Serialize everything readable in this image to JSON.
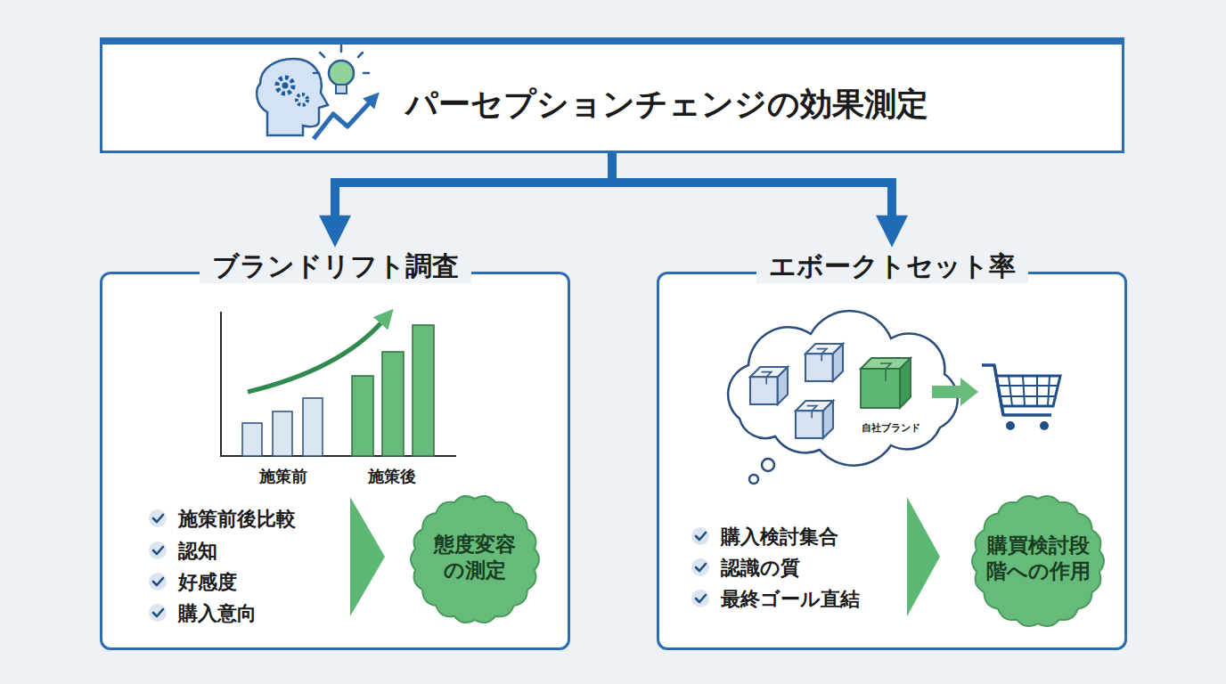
{
  "diagram": {
    "title": "パーセプションチェンジの効果測定",
    "nodes": [
      {
        "text": [
          "パーセプションチェンジの効果測定"
        ]
      },
      {
        "text": [
          "ブランドリフト調査",
          "施策前後比較",
          "認知",
          "好感度",
          "購入意向"
        ]
      },
      {
        "text": [
          "態度変容の測定"
        ],
        "in": 1
      },
      {
        "text": [
          "エボークトセット率",
          "購入検討集合",
          "認識の質",
          "最終ゴール直結"
        ]
      },
      {
        "text": [
          "購買検討段階への作用"
        ],
        "in": 3
      }
    ],
    "edges": [
      {
        "from": 0,
        "to": 1,
        "arrow": "to"
      },
      {
        "from": 0,
        "to": 3,
        "arrow": "to"
      }
    ],
    "labels": [
      "施策前",
      "施策後",
      "自社ブランド"
    ]
  }
}
